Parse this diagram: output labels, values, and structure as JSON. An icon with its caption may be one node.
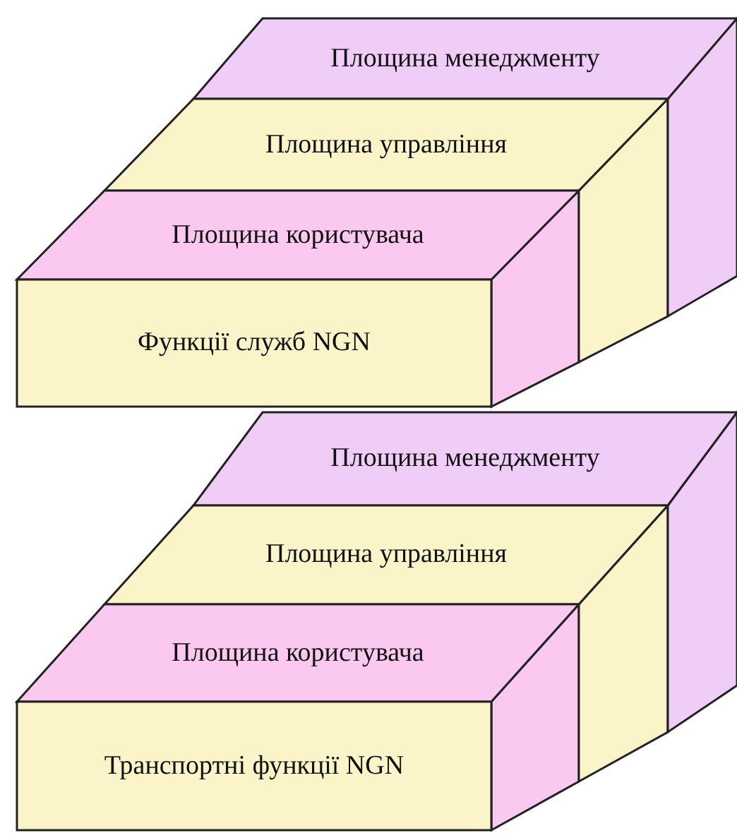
{
  "diagram": {
    "nodes": [
      {
        "text": [
          "Площина менеджменту"
        ]
      },
      {
        "text": [
          "Площина управління"
        ]
      },
      {
        "text": [
          "Площина користувача"
        ]
      },
      {
        "text": [
          "Функції служб NGN"
        ]
      },
      {
        "text": [
          "Площина менеджменту"
        ]
      },
      {
        "text": [
          "Площина управління"
        ]
      },
      {
        "text": [
          "Площина користувача"
        ]
      },
      {
        "text": [
          "Транспортні функції NGN"
        ]
      }
    ]
  }
}
